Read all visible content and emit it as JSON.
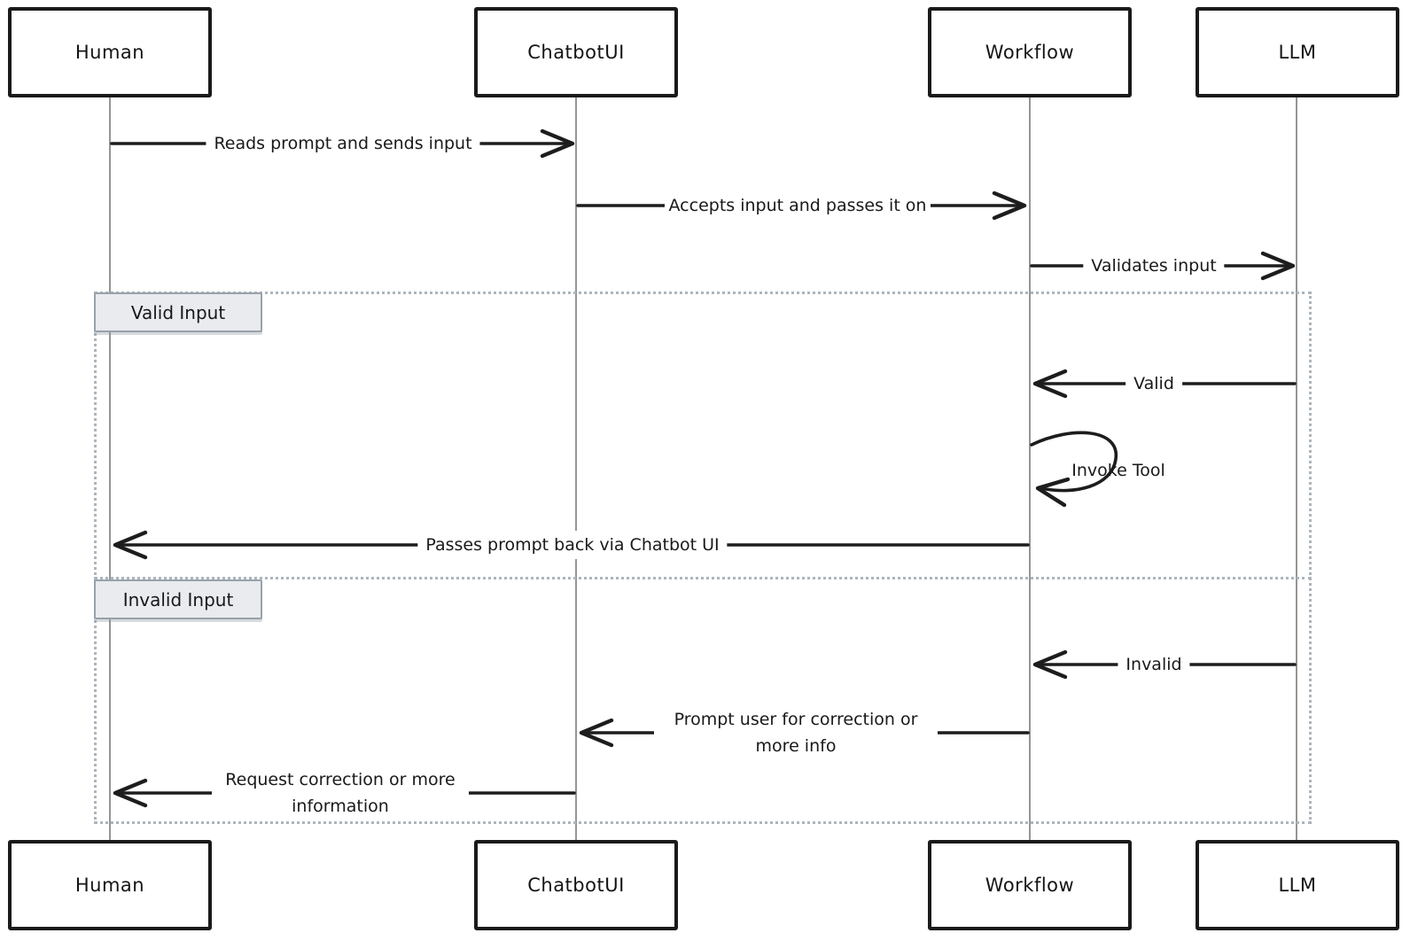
{
  "diagram_type": "sequence-diagram",
  "actors": [
    {
      "id": "human",
      "label": "Human"
    },
    {
      "id": "chatbotui",
      "label": "ChatbotUI"
    },
    {
      "id": "workflow",
      "label": "Workflow"
    },
    {
      "id": "llm",
      "label": "LLM"
    }
  ],
  "messages": [
    {
      "from": "Human",
      "to": "ChatbotUI",
      "label": "Reads prompt and sends input"
    },
    {
      "from": "ChatbotUI",
      "to": "Workflow",
      "label": "Accepts input and passes it on"
    },
    {
      "from": "Workflow",
      "to": "LLM",
      "label": "Validates input"
    },
    {
      "from": "LLM",
      "to": "Workflow",
      "label": "Valid"
    },
    {
      "from": "Workflow",
      "to": "Workflow",
      "label": "Invoke Tool"
    },
    {
      "from": "Workflow",
      "to": "Human",
      "label": "Passes prompt back via Chatbot UI"
    },
    {
      "from": "LLM",
      "to": "Workflow",
      "label": "Invalid"
    },
    {
      "from": "Workflow",
      "to": "ChatbotUI",
      "label": "Prompt user for correction or more info"
    },
    {
      "from": "ChatbotUI",
      "to": "Human",
      "label": "Request correction or more information"
    }
  ],
  "frames": [
    {
      "label": "Valid Input"
    },
    {
      "label": "Invalid Input"
    }
  ],
  "colors": {
    "background": "#ffffff",
    "stroke": "#1d1d1d",
    "lifeline": "#959595",
    "frame_border": "#adb5bc",
    "frame_label_bg": "#e9ebee",
    "frame_label_border": "#98a2aa"
  }
}
